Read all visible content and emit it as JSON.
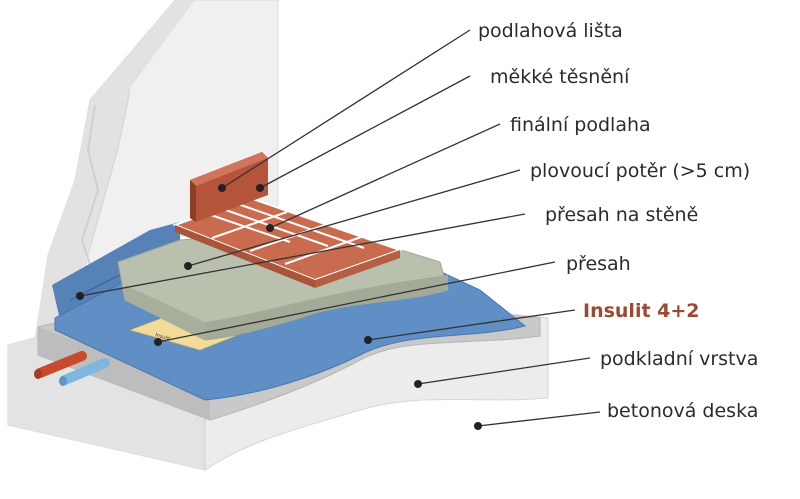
{
  "labels": {
    "baseboard": "podlahová lišta",
    "soft_seal": "měkké těsnění",
    "final_floor": "finální podlaha",
    "floating_screed": "plovoucí potěr (>5 cm)",
    "wall_overlap": "přesah na stěně",
    "overlap": "přesah",
    "product": "Insulit 4+2",
    "base_layer": "podkladní vrstva",
    "concrete_slab": "betonová deska"
  },
  "tape_text": "Insulit",
  "colors": {
    "highlight": "#9a4a33",
    "text": "#2b2b2b",
    "membrane": "#5f8fc4",
    "screed": "#b9c0ae",
    "tile": "#c96b4e",
    "concrete": "#ececec",
    "base_layer": "#c9c9c9",
    "pipe_red": "#c84a2c",
    "pipe_blue": "#7fb6e0"
  }
}
